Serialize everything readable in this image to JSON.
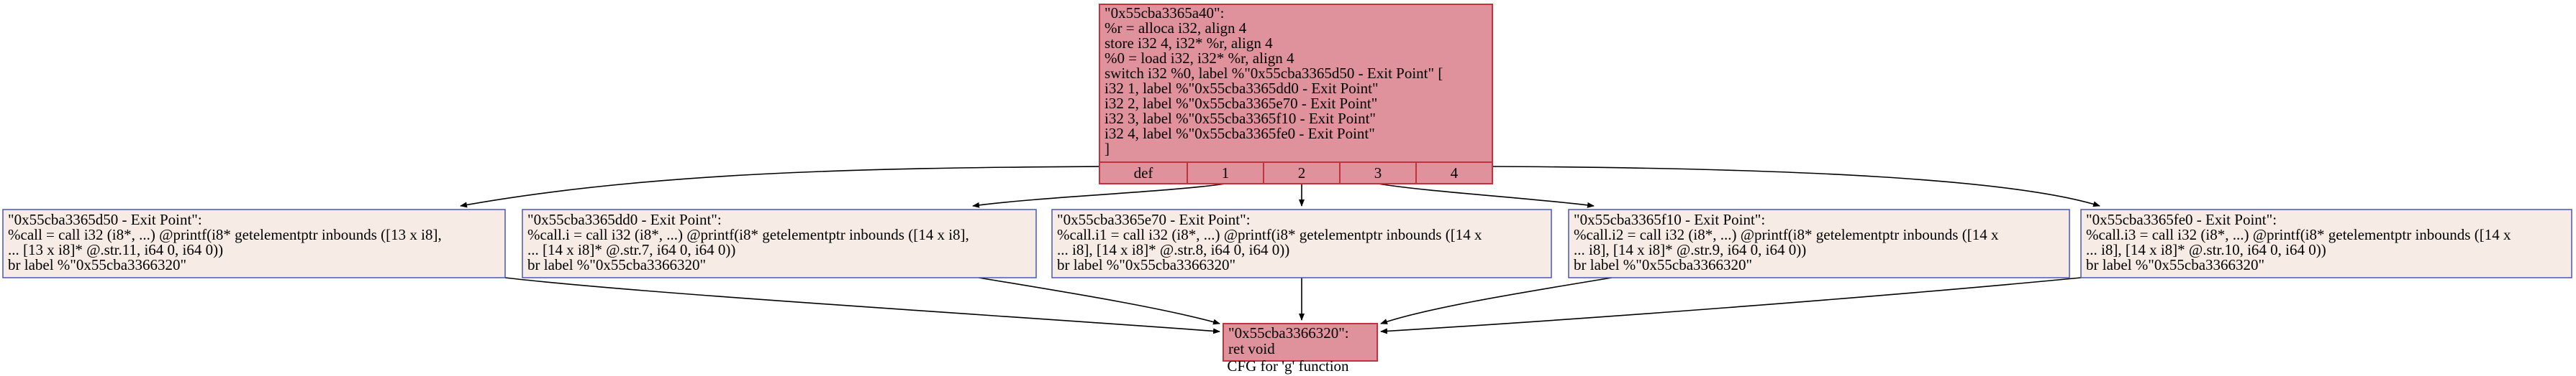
{
  "graph": {
    "caption": "CFG for 'g' function",
    "colors": {
      "hot_fill": "#df919c",
      "hot_stroke": "#c1323d",
      "cold_fill": "#f6ebe5",
      "cold_stroke": "#4956b7",
      "edge": "#000000"
    },
    "entry": {
      "lines": [
        "\"0x55cba3365a40\":",
        " %r = alloca i32, align 4",
        " store i32 4, i32* %r, align 4",
        " %0 = load i32, i32* %r, align 4",
        " switch i32 %0, label %\"0x55cba3365d50 - Exit Point\" [",
        " i32 1, label %\"0x55cba3365dd0 - Exit Point\"",
        " i32 2, label %\"0x55cba3365e70 - Exit Point\"",
        " i32 3, label %\"0x55cba3365f10 - Exit Point\"",
        " i32 4, label %\"0x55cba3365fe0 - Exit Point\"",
        " ]"
      ],
      "ports": [
        "def",
        "1",
        "2",
        "3",
        "4"
      ]
    },
    "cases": [
      {
        "lines": [
          "\"0x55cba3365d50 - Exit Point\":",
          " %call = call i32 (i8*, ...) @printf(i8* getelementptr inbounds ([13 x i8],",
          "... [13 x i8]* @.str.11, i64 0, i64 0))",
          " br label %\"0x55cba3366320\""
        ]
      },
      {
        "lines": [
          "\"0x55cba3365dd0 - Exit Point\":",
          " %call.i = call i32 (i8*, ...) @printf(i8* getelementptr inbounds ([14 x i8],",
          "... [14 x i8]* @.str.7, i64 0, i64 0))",
          " br label %\"0x55cba3366320\""
        ]
      },
      {
        "lines": [
          "\"0x55cba3365e70 - Exit Point\":",
          " %call.i1 = call i32 (i8*, ...) @printf(i8* getelementptr inbounds ([14 x",
          "... i8], [14 x i8]* @.str.8, i64 0, i64 0))",
          " br label %\"0x55cba3366320\""
        ]
      },
      {
        "lines": [
          "\"0x55cba3365f10 - Exit Point\":",
          " %call.i2 = call i32 (i8*, ...) @printf(i8* getelementptr inbounds ([14 x",
          "... i8], [14 x i8]* @.str.9, i64 0, i64 0))",
          " br label %\"0x55cba3366320\""
        ]
      },
      {
        "lines": [
          "\"0x55cba3365fe0 - Exit Point\":",
          " %call.i3 = call i32 (i8*, ...) @printf(i8* getelementptr inbounds ([14 x",
          "... i8], [14 x i8]* @.str.10, i64 0, i64 0))",
          " br label %\"0x55cba3366320\""
        ]
      }
    ],
    "exit": {
      "lines": [
        "\"0x55cba3366320\":",
        " ret void"
      ]
    }
  }
}
